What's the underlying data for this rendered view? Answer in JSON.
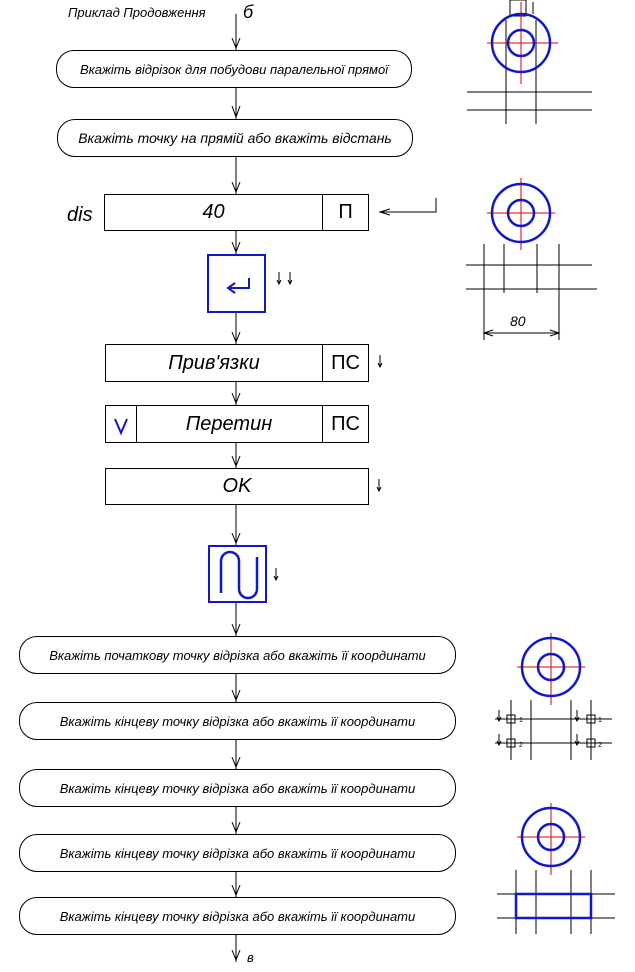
{
  "header": {
    "title": "Приклад Продовження",
    "entry_label": "б"
  },
  "steps": [
    "Вкажіть відрізок для побудови паралельної прямої",
    "Вкажіть точку на прямій або вкажіть відстань"
  ],
  "distance_field": {
    "label": "dis",
    "value": "40",
    "button": "П"
  },
  "snaps_field": {
    "label": "Прив'язки",
    "button": "ПС"
  },
  "intersection_field": {
    "label": "Перетин",
    "button": "ПС"
  },
  "ok_field": {
    "label": "OK"
  },
  "segment_steps": [
    "Вкажіть початкову точку відрізка або вкажіть її  координати",
    "Вкажіть кінцеву точку відрізка або вкажіть її  координати",
    "Вкажіть кінцеву точку відрізка або вкажіть її  координати",
    "Вкажіть кінцеву точку відрізка або вкажіть її  координати",
    "Вкажіть кінцеву точку відрізка або вкажіть її  координати"
  ],
  "exit_label": "в",
  "drawing2": {
    "dimension": "80"
  },
  "drawing3": {
    "snap_labels": [
      "1",
      "1",
      "2",
      "2"
    ]
  },
  "colors": {
    "outline": "#1018c8",
    "centerline": "#e00000",
    "line": "#000000"
  }
}
